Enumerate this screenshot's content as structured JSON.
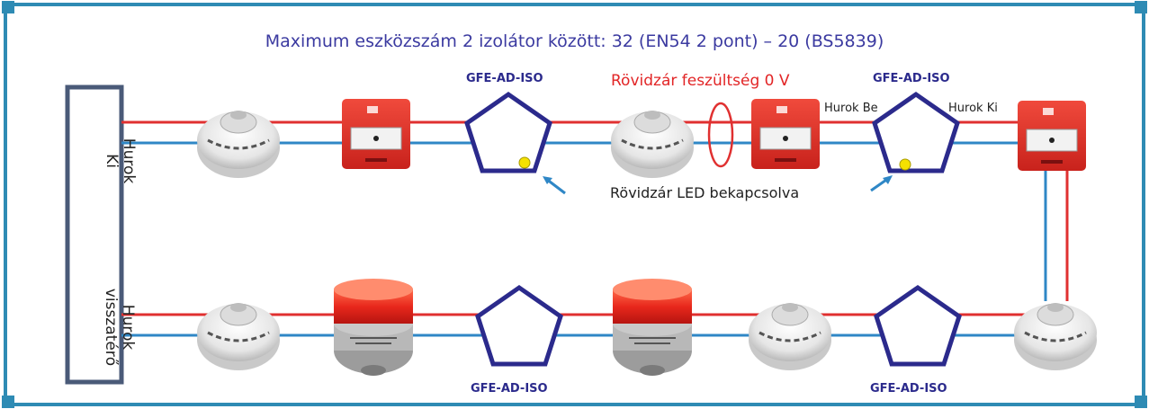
{
  "title": "Maximum eszközszám 2 izolátor között: 32 (EN54 2 pont) – 20 (BS5839)",
  "panel": {
    "out_line1": "Hurok",
    "out_line2": "Ki",
    "return_line1": "Hurok",
    "return_line2": "visszatérő"
  },
  "isolator_label": "GFE-AD-ISO",
  "short_circuit_voltage": "Rövidzár feszültség 0 V",
  "short_led_on": "Rövidzár LED bekapcsolva",
  "loop_in": "Hurok Be",
  "loop_out": "Hurok Ki",
  "colors": {
    "border": "#2e8bb4",
    "wire_red": "#e03030",
    "wire_blue": "#2f87c6",
    "isolator": "#2b2a8c",
    "led": "#f5e100",
    "panel": "#4a5a78"
  },
  "devices_top": [
    "smoke-detector",
    "manual-call-point",
    "isolator",
    "smoke-detector",
    "manual-call-point",
    "isolator",
    "manual-call-point"
  ],
  "devices_bottom": [
    "smoke-detector",
    "sounder-beacon",
    "isolator",
    "sounder-beacon",
    "smoke-detector",
    "isolator",
    "smoke-detector"
  ]
}
